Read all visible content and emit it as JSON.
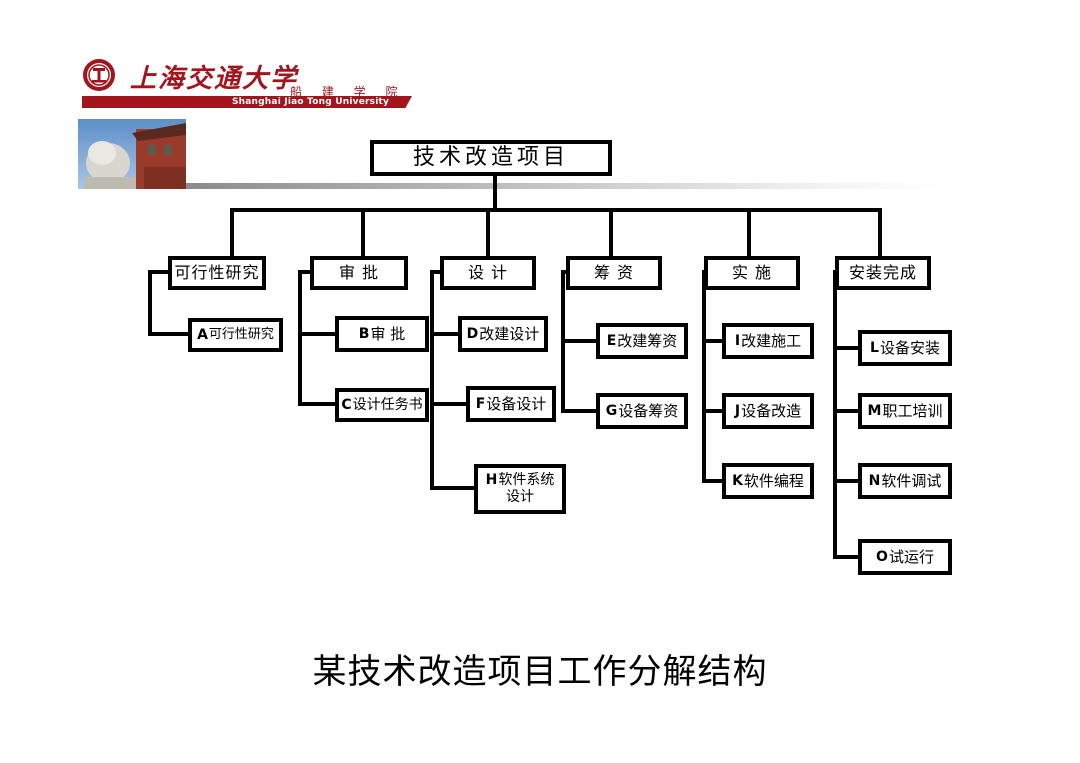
{
  "header": {
    "university_cn": "上海交通大学",
    "college": "船 建 学 院",
    "university_en": "Shanghai Jiao Tong University"
  },
  "diagram": {
    "root": "技术改造项目",
    "branches": [
      {
        "label": "可行性研究",
        "children": [
          {
            "code": "A",
            "label": "可行性研究"
          }
        ]
      },
      {
        "label": "审  批",
        "children": [
          {
            "code": "B",
            "label": " 审 批"
          },
          {
            "code": "C",
            "label": "设计任务书"
          }
        ]
      },
      {
        "label": "设  计",
        "children": [
          {
            "code": "D",
            "label": "改建设计"
          },
          {
            "code": "F",
            "label": "设备设计"
          },
          {
            "code": "H",
            "label": "软件系统设计"
          }
        ]
      },
      {
        "label": "筹  资",
        "children": [
          {
            "code": "E",
            "label": "改建筹资"
          },
          {
            "code": "G",
            "label": "设备筹资"
          }
        ]
      },
      {
        "label": "实  施",
        "children": [
          {
            "code": "I",
            "label": "改建施工"
          },
          {
            "code": "J",
            "label": "设备改造"
          },
          {
            "code": "K",
            "label": "软件编程"
          }
        ]
      },
      {
        "label": "安装完成",
        "children": [
          {
            "code": "L",
            "label": "设备安装"
          },
          {
            "code": "M",
            "label": "职工培训"
          },
          {
            "code": "N",
            "label": "软件调试"
          },
          {
            "code": "O",
            "label": "试运行"
          }
        ]
      }
    ]
  },
  "caption": "某技术改造项目工作分解结构"
}
